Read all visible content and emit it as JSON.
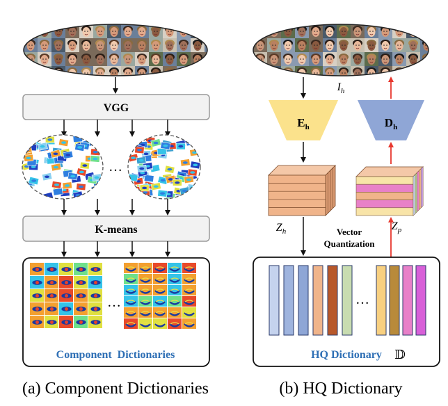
{
  "left_panel": {
    "vgg_label": "VGG",
    "kmeans_label": "K-means",
    "ellipsis": "…",
    "dictionary_label": "Component  Dictionaries",
    "caption": "(a) Component Dictionaries"
  },
  "right_panel": {
    "ih_label": "I",
    "ih_sub": "h",
    "encoder_label": "E",
    "encoder_sub": "h",
    "decoder_label": "D",
    "decoder_sub": "h",
    "zh_label": "Z",
    "zh_sub": "h",
    "zp_label": "Z",
    "zp_sub": "p",
    "vq_line1": "Vector",
    "vq_line2": "Quantization",
    "ellipsis": "…",
    "dictionary_label": "HQ Dictionary",
    "dictionary_symbol": "𝔻",
    "caption": "(b) HQ Dictionary"
  },
  "colors": {
    "encoder": "#fbe28c",
    "decoder": "#8fa6d6",
    "red_arrow": "#e8382f",
    "dict_text": "#2e6fb5",
    "block_fill": "#f2f2f2",
    "block_stroke": "#9a9a9a"
  },
  "icons": [
    "face-mosaic",
    "feature-patch-cluster",
    "component-dictionary-grid",
    "feature-cube",
    "codebook-vector"
  ]
}
